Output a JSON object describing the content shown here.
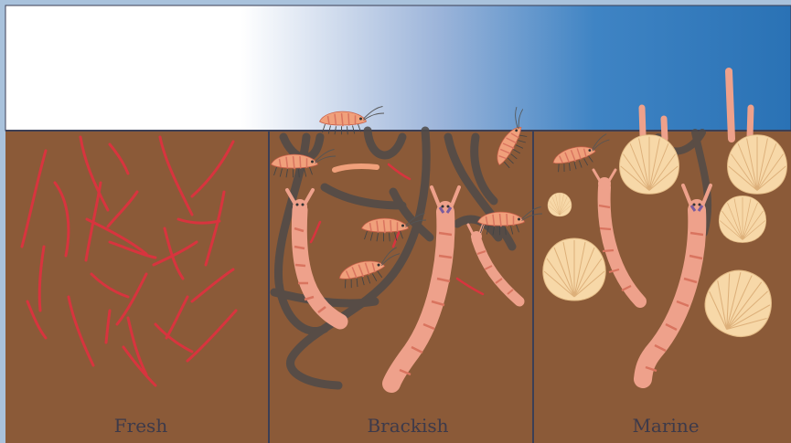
{
  "colors": {
    "frame": "#a9c2dc",
    "water_light": "#ffffff",
    "water_dark": "#2a72b5",
    "sediment": "#8b5a38",
    "divider": "#3c3f55",
    "tubifex": "#d8343e",
    "burrow": "#4e4a49",
    "polychaete": "#eea18b",
    "polychaete_stripe": "#d9745f",
    "amphipod": "#f0a07b",
    "shell": "#f7d8a8",
    "shell_rib": "#ddb07a"
  },
  "panels": [
    {
      "id": "fresh",
      "label": "Fresh"
    },
    {
      "id": "brackish",
      "label": "Brackish"
    },
    {
      "id": "marine",
      "label": "Marine"
    }
  ]
}
